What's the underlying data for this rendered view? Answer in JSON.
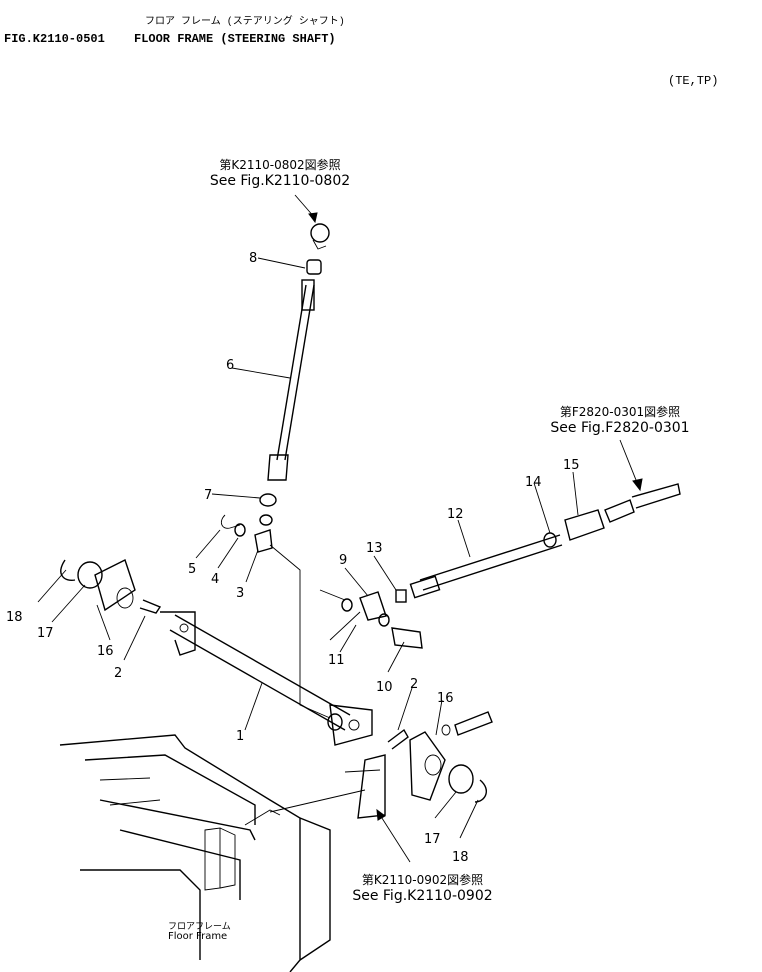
{
  "header": {
    "title_jp": "フロア フレーム (ステアリング シャフト)",
    "figure_id": "FIG.K2110-0501",
    "figure_title": "FLOOR FRAME (STEERING SHAFT)",
    "variant": "(TE,TP)"
  },
  "references": {
    "top": {
      "jp": "第K2110-0802図参照",
      "en": "See Fig.K2110-0802"
    },
    "right": {
      "jp": "第F2820-0301図参照",
      "en": "See Fig.F2820-0301"
    },
    "bottom": {
      "jp": "第K2110-0902図参照",
      "en": "See Fig.K2110-0902"
    }
  },
  "floor_frame": {
    "jp": "フロアフレーム",
    "en": "Floor Frame"
  },
  "part_numbers": {
    "p1": "1",
    "p2a": "2",
    "p2b": "2",
    "p3": "3",
    "p4": "4",
    "p5": "5",
    "p6": "6",
    "p7": "7",
    "p8": "8",
    "p9": "9",
    "p10": "10",
    "p11": "11",
    "p12": "12",
    "p13": "13",
    "p14": "14",
    "p15": "15",
    "p16a": "16",
    "p16b": "16",
    "p17a": "17",
    "p17b": "17",
    "p18a": "18",
    "p18b": "18"
  }
}
